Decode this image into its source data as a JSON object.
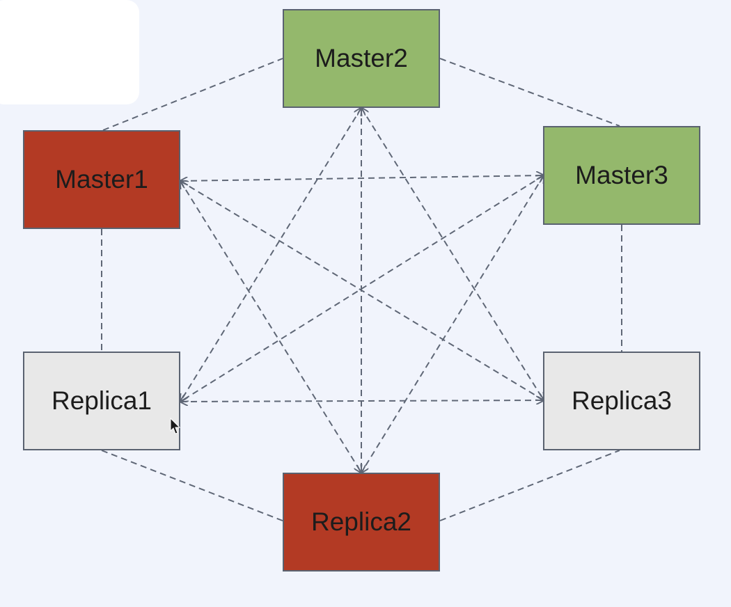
{
  "nodes": [
    {
      "id": "master2",
      "label": "Master2",
      "color": "#94b86c"
    },
    {
      "id": "master1",
      "label": "Master1",
      "color": "#b33a24"
    },
    {
      "id": "master3",
      "label": "Master3",
      "color": "#94b86c"
    },
    {
      "id": "replica1",
      "label": "Replica1",
      "color": "#e8e8e8"
    },
    {
      "id": "replica3",
      "label": "Replica3",
      "color": "#e8e8e8"
    },
    {
      "id": "replica2",
      "label": "Replica2",
      "color": "#b33a24"
    }
  ],
  "links": [
    {
      "from": "master1",
      "to": "master2",
      "arrows": "none"
    },
    {
      "from": "master2",
      "to": "master3",
      "arrows": "none"
    },
    {
      "from": "master1",
      "to": "replica1",
      "arrows": "none"
    },
    {
      "from": "master3",
      "to": "replica3",
      "arrows": "none"
    },
    {
      "from": "replica1",
      "to": "replica2",
      "arrows": "none"
    },
    {
      "from": "replica2",
      "to": "replica3",
      "arrows": "none"
    },
    {
      "from": "master1",
      "to": "master3",
      "arrows": "both"
    },
    {
      "from": "replica1",
      "to": "replica3",
      "arrows": "both"
    },
    {
      "from": "master2",
      "to": "replica2",
      "arrows": "both"
    },
    {
      "from": "master1",
      "to": "replica3",
      "arrows": "both"
    },
    {
      "from": "master1",
      "to": "replica2",
      "arrows": "both"
    },
    {
      "from": "master2",
      "to": "replica1",
      "arrows": "both"
    },
    {
      "from": "master2",
      "to": "replica3",
      "arrows": "both"
    },
    {
      "from": "master3",
      "to": "replica1",
      "arrows": "both"
    },
    {
      "from": "master3",
      "to": "replica2",
      "arrows": "both"
    }
  ],
  "style": {
    "background": "#f1f4fc",
    "line_color": "#5f6776",
    "border_color": "#5a6270"
  }
}
